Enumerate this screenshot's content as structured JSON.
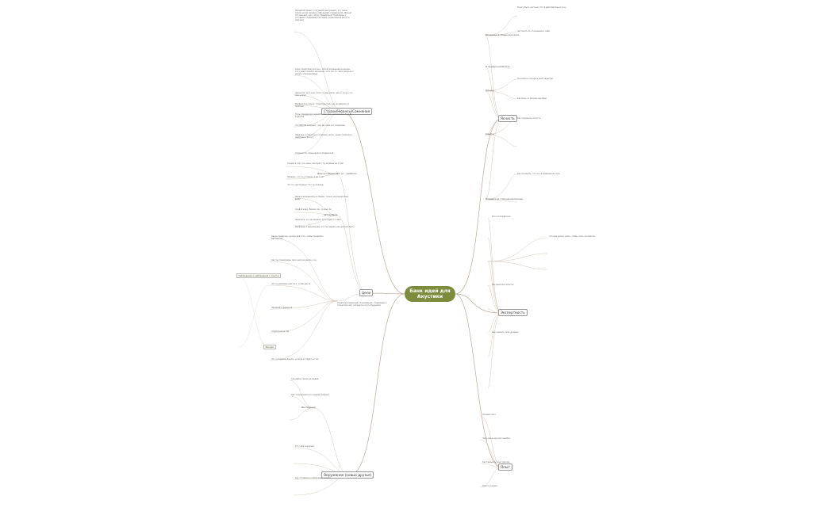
{
  "center": {
    "title": "Банк идей для Акустики"
  },
  "branches": {
    "left_top": "Страхи/Нюансы/Сомнения",
    "left_mid": "Цели",
    "left_bot": "Окружение (новые друзья)",
    "right_top": "Ясность",
    "right_mid": "Экспертность",
    "right_bot": "Опыт"
  },
  "subtopics": {
    "left_b": "Демонстрация НФС (и... удобное)",
    "left_c": "Автомобиль",
    "left_d": "Инструкции",
    "left_e": "Стратегия перелома / Стремление, стремление к открытию(-ям), интересен ли ты будущему",
    "right_a": "Вложение в общее мое дело",
    "right_b": "Я неуверенно/Боюсь",
    "right_c": "Личное",
    "right_d": "Советы",
    "right_e": "Поддержка / признание/оценки"
  },
  "side_notes": {
    "a": "Наблюдение и наблюдения с опытом",
    "b": "Эмоции"
  },
  "leaves": {
    "lt1": "Прометей пишет о ситуации рассуждает, что такое порой, когда человек себя делает поддержкой. Проще! Что мешает, как с этим справляться? Проблемы, с которыми сталкиваются в мире, ограничения могут и ловушки",
    "lt2": "Семь теоретических лиц - после посвящения в школы, кто сумеет пройти за знание, хоть что-то, свои ресурсы и делать хорошие вещи",
    "lt3": "Ценности: чего мне стоит, к чему идти, чего я хочу и что мне нужно",
    "lt4": "Проявлять в опыте, строительство, как не убегать от проблем",
    "lt5": "Типы поведения в кризисе: бегство, застывание, борьба и другое",
    "lt6": "Что ВЫГОВ означает - как мы сами его понимаем",
    "lt7": "Образцы и структура и главные части - ваше, помогая и привязав к фокусу",
    "lt8": "Создаем ли: повышение и поддержка",
    "lb1": "Страхи в том, что ниже, как будто ты можешь ни с чем",
    "lb2": "Проверь, что ты успеешь, а чего нет",
    "lb3": "Что ты чувствуешь? Что ты можешь",
    "lc1": "Нельзя размышлять в общем, только на конкретные вещи",
    "lc2": "Следуй миру. Велико ли, сложно ли",
    "ld1": "Практика: что мы видели, чего ждем от себя",
    "ld2": "Проблемы с мышлением, что ты сделал, как должно быть",
    "le1": "Какие привычки, нужны для того, чтобы проявлять мастерство",
    "le2": "Как ты планируешь свои цели на месяц, год",
    "le3": "Что ты делаешь для того, чтобы расти",
    "le4": "Принимать решения",
    "le5": "Стратегия на год",
    "le6": "Что ты будешь делать, если все пойдет не так",
    "lf1": "Где найти таких же людей",
    "lf2": "Как познакомиться с новыми людьми",
    "lf3": "Кто тебя окружает",
    "lf4": "Как оставаться собой среди людей",
    "rt1": "Я могу быть честным. Что я действительно хочу",
    "rt2": "Честность по отношению к себе",
    "rt3": "Я не боюсь показать свой характер",
    "rt4": "Как быть со своими мыслями",
    "rt5": "Как сохранить ясность",
    "rt6": "Как понимать, что ты на правильном пути",
    "rm1": "Кто я в профессии",
    "rm2": "Что мне нужно знать, чтобы стать экспертом",
    "rm3": "Как делиться опытом",
    "rm4": "Как оценить свой уровень",
    "rb1": "Личный опыт",
    "rb2": "Чему меня научили ошибки",
    "rb3": "Как передать опыт другим",
    "rb4": "Опыт и знания"
  }
}
